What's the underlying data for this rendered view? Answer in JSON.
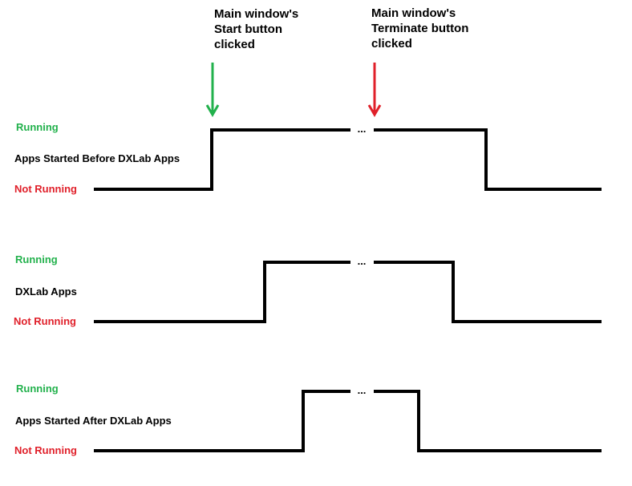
{
  "colors": {
    "running": "#22b14c",
    "not_running": "#e0202a",
    "start_arrow": "#22b14c",
    "terminate_arrow": "#e0202a",
    "signal": "#000000"
  },
  "annotations": {
    "start": [
      "Main window's",
      "Start button",
      "clicked"
    ],
    "terminate": [
      "Main window's",
      "Terminate button",
      "clicked"
    ]
  },
  "gap_marker": "...",
  "rows": [
    {
      "title": "Apps Started Before DXLab Apps",
      "running_label": "Running",
      "not_running_label": "Not Running"
    },
    {
      "title": "DXLab Apps",
      "running_label": "Running",
      "not_running_label": "Not Running"
    },
    {
      "title": "Apps Started After DXLab Apps",
      "running_label": "Running",
      "not_running_label": "Not Running"
    }
  ]
}
